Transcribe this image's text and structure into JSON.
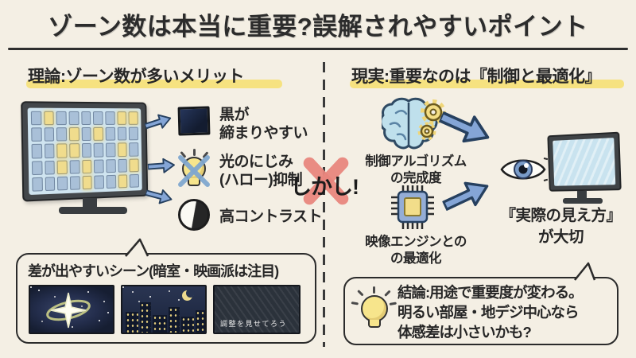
{
  "page_title": "ゾーン数は本当に重要?誤解されやすいポイント",
  "left": {
    "header": "理論:ゾーン数が多いメリット",
    "tv_zone_rows": [
      "BYBBBBBYY",
      "BBBYBYBBB",
      "BBYYBBBYB",
      "BBYBYBBBY",
      "BBBBYBBYB"
    ],
    "benefits": [
      {
        "icon": "black-level-square-icon",
        "lines": [
          "黒が",
          "締まりやすい"
        ]
      },
      {
        "icon": "halo-bulb-crossed-icon",
        "lines": [
          "光のにじみ",
          "(ハロー)抑制"
        ]
      },
      {
        "icon": "contrast-half-circle-icon",
        "lines": [
          "高コントラスト"
        ]
      }
    ],
    "scenes": {
      "title": "差が出やすいシーン(暗室・映画派は注目)",
      "images": [
        "galaxy-star-scene",
        "night-city-scene",
        "dark-subtitle-scene"
      ],
      "caption": "調整を見せてろう"
    }
  },
  "center": {
    "interjection": "しかし!"
  },
  "right": {
    "header": "現実:重要なのは『制御と最適化』",
    "factors": [
      {
        "icon": "brain-gears-icon",
        "lines": [
          "制御アルゴリズム",
          "の完成度"
        ]
      },
      {
        "icon": "processor-chip-icon",
        "lines": [
          "映像エンジンとの",
          "の最適化"
        ]
      }
    ],
    "importance": {
      "lines": [
        "『実際の見え方』",
        "が大切"
      ]
    },
    "conclusion": {
      "lines": [
        "結論:用途で重要度が変わる。",
        "明るい部屋・地デジ中心なら",
        "体感差は小さいかも?"
      ]
    }
  },
  "colors": {
    "background": "#f4efe4",
    "ink": "#2b2b2b",
    "highlight_yellow": "#f5e07a",
    "cross_red": "#e8867d",
    "arrow_blue": "#84a5d6",
    "zone_blue": "#a9c0d8",
    "zone_yellow": "#f0dc8d",
    "screen_blue": "#cfe4f0"
  }
}
